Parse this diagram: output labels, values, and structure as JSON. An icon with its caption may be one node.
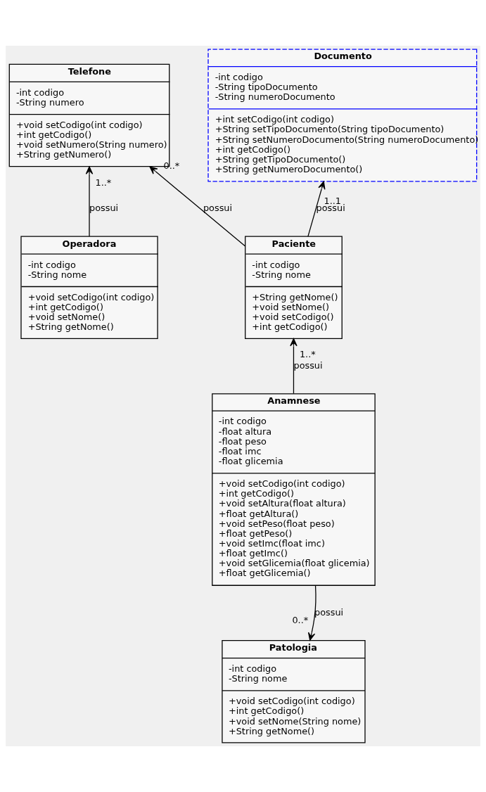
{
  "diagram": {
    "nodes": [
      {
        "text": [
          "Telefone",
          "-int codigo",
          "-String numero",
          "+void setCodigo(int codigo)",
          "+int getCodigo()",
          "+void setNumero(String numero)",
          "+String getNumero()"
        ]
      },
      {
        "text": [
          "Documento",
          "-int codigo",
          "-String tipoDocumento",
          "-String numeroDocumento",
          "+int setCodigo(int codigo)",
          "+String setTipoDocumento(String tipoDocumento)",
          "+String setNumeroDocumento(String numeroDocumento)",
          "+int getCodigo()",
          "+String getTipoDocumento()",
          "+String getNumeroDocumento()"
        ]
      },
      {
        "text": [
          "Operadora",
          "-int codigo",
          "-String nome",
          "+void setCodigo(int codigo)",
          "+int getCodigo()",
          "+void setNome()",
          "+String getNome()"
        ]
      },
      {
        "text": [
          "Paciente",
          "-int codigo",
          "-String nome",
          "+String getNome()",
          "+void setNome()",
          "+void setCodigo()",
          "+int getCodigo()"
        ]
      },
      {
        "text": [
          "Anamnese",
          "-int codigo",
          "-float altura",
          "-float peso",
          "-float imc",
          "-float glicemia",
          "+void setCodigo(int codigo)",
          "+int getCodigo()",
          "+void setAltura(float altura)",
          "+float getAltura()",
          "+void setPeso(float peso)",
          "+float getPeso()",
          "+void setImc(float imc)",
          "+float getImc()",
          "+void setGlicemia(float glicemia)",
          "+float getGlicemia()"
        ]
      },
      {
        "text": [
          "Patologia",
          "-int codigo",
          "-String nome",
          "+void setCodigo(int codigo)",
          "+int getCodigo()",
          "+void setNome(String nome)",
          "+String getNome()"
        ]
      }
    ],
    "edges": [
      {
        "from": 2,
        "to": 0,
        "arrow": "to",
        "label": "possui"
      },
      {
        "from": 3,
        "to": 0,
        "arrow": "to",
        "label": "possui"
      },
      {
        "from": 3,
        "to": 1,
        "arrow": "to",
        "label": "possui"
      },
      {
        "from": 4,
        "to": 3,
        "arrow": "to",
        "label": "possui"
      },
      {
        "from": 4,
        "to": 5,
        "arrow": "to",
        "label": "possui"
      }
    ],
    "labels": [
      "1..*",
      "0..*",
      "1..1",
      "1..*",
      "0..*"
    ]
  }
}
